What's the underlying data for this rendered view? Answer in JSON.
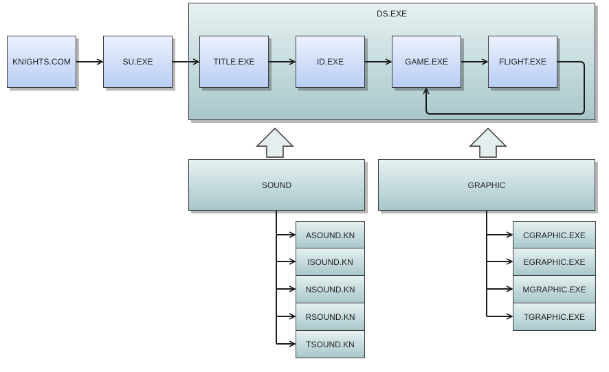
{
  "top_row": {
    "knights": "KNIGHTS.COM",
    "su": "SU.EXE"
  },
  "ds": {
    "title": "DS.EXE",
    "title_exe": "TITLE.EXE",
    "id_exe": "ID.EXE",
    "game_exe": "GAME.EXE",
    "flight_exe": "FLIGHT.EXE"
  },
  "sound": {
    "label": "SOUND",
    "files": [
      "ASOUND.KN",
      "ISOUND.KN",
      "NSOUND.KN",
      "RSOUND.KN",
      "TSOUND.KN"
    ]
  },
  "graphic": {
    "label": "GRAPHIC",
    "files": [
      "CGRAPHIC.EXE",
      "EGRAPHIC.EXE",
      "MGRAPHIC.EXE",
      "TGRAPHIC.EXE"
    ]
  },
  "colors": {
    "blue_box_top": "#ecf1ff",
    "blue_box_bottom": "#b9cdf5",
    "teal_box_top": "#e6f1f2",
    "teal_box_bottom": "#a8c7ca",
    "stroke": "#1a1a1a"
  }
}
